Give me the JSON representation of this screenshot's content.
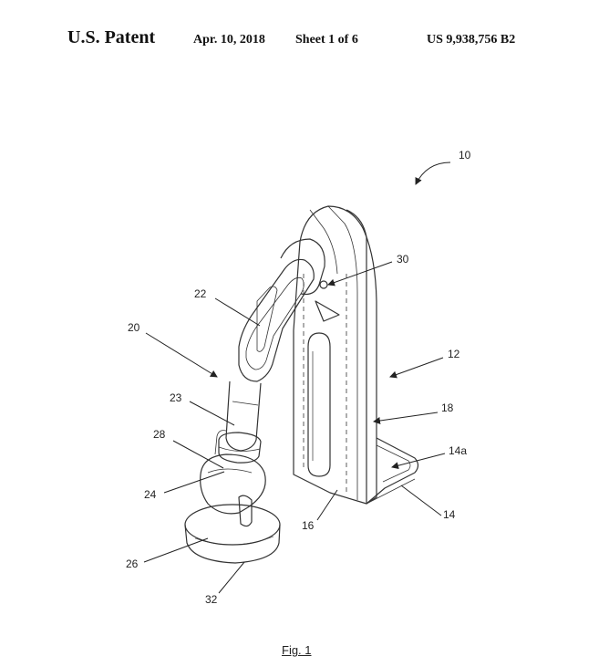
{
  "header": {
    "title": "U.S. Patent",
    "date": "Apr. 10, 2018",
    "sheet": "Sheet 1 of 6",
    "patent_number": "US 9,938,756 B2"
  },
  "figure": {
    "caption": "Fig. 1",
    "refs": {
      "r10": "10",
      "r30": "30",
      "r22": "22",
      "r20": "20",
      "r12": "12",
      "r18": "18",
      "r23": "23",
      "r28": "28",
      "r14a": "14a",
      "r24": "24",
      "r14": "14",
      "r16": "16",
      "r26": "26",
      "r32": "32"
    }
  }
}
